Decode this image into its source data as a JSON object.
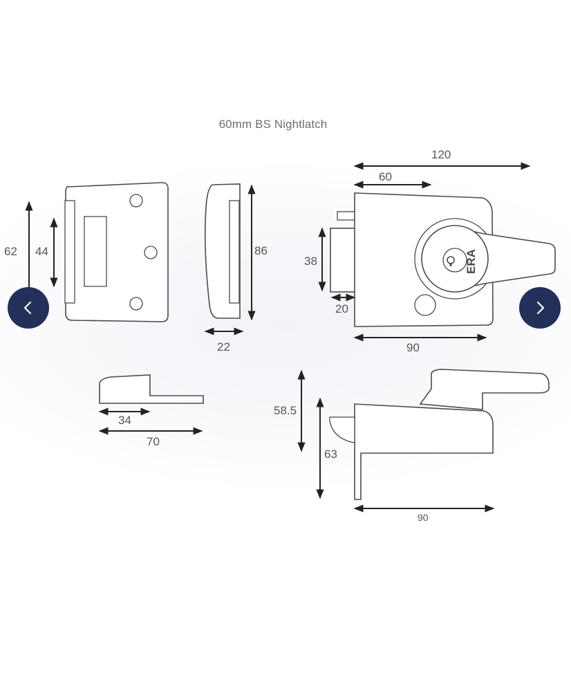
{
  "diagram": {
    "title": "60mm BS Nightlatch",
    "brand_mark": "ERA",
    "front_view": {
      "overall_height": "62",
      "slot_height": "44"
    },
    "side_view": {
      "height": "86",
      "depth": "22"
    },
    "top_view": {
      "width_inner": "34",
      "width_outer": "70"
    },
    "latch_view": {
      "overall_width": "120",
      "handle_offset": "60",
      "bolt_height": "38",
      "bolt_projection": "20",
      "case_width": "90"
    },
    "profile_view": {
      "height_upper": "58.5",
      "height_lower": "63",
      "case_width": "90"
    }
  },
  "navigation": {
    "prev_icon": "chevron-left-icon",
    "next_icon": "chevron-right-icon",
    "button_color": "#22305a"
  }
}
